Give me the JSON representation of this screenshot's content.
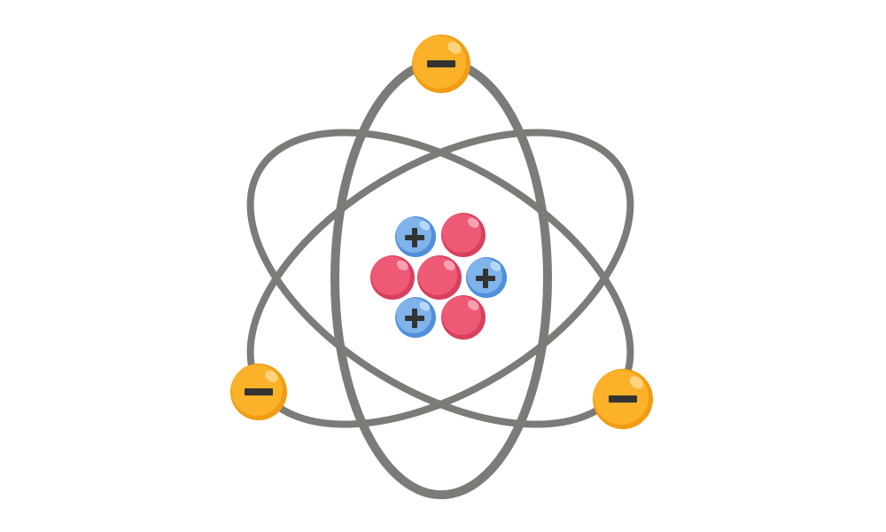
{
  "diagram": {
    "subject": "atom",
    "colors": {
      "background": "#ffffff",
      "orbit": "#7b7b77",
      "proton_fill": "#7fb3ea",
      "proton_rim": "#4f8fdc",
      "proton_highlight": "#b9d8f7",
      "neutron_fill": "#ee5a76",
      "neutron_rim": "#d8405e",
      "neutron_highlight": "#f6a0b1",
      "electron_fill": "#fbb12a",
      "electron_rim": "#f19c12",
      "electron_highlight": "#fdd37c",
      "charge_symbol": "#333333"
    },
    "nucleus": {
      "particles": [
        {
          "kind": "proton",
          "charge": "+"
        },
        {
          "kind": "neutron",
          "charge": ""
        },
        {
          "kind": "neutron",
          "charge": ""
        },
        {
          "kind": "neutron",
          "charge": ""
        },
        {
          "kind": "proton",
          "charge": "+"
        },
        {
          "kind": "proton",
          "charge": "+"
        },
        {
          "kind": "neutron",
          "charge": ""
        }
      ]
    },
    "orbits": [
      {
        "name": "vertical"
      },
      {
        "name": "tilted-left"
      },
      {
        "name": "tilted-right"
      }
    ],
    "electrons": [
      {
        "charge": "-"
      },
      {
        "charge": "-"
      },
      {
        "charge": "-"
      }
    ]
  }
}
